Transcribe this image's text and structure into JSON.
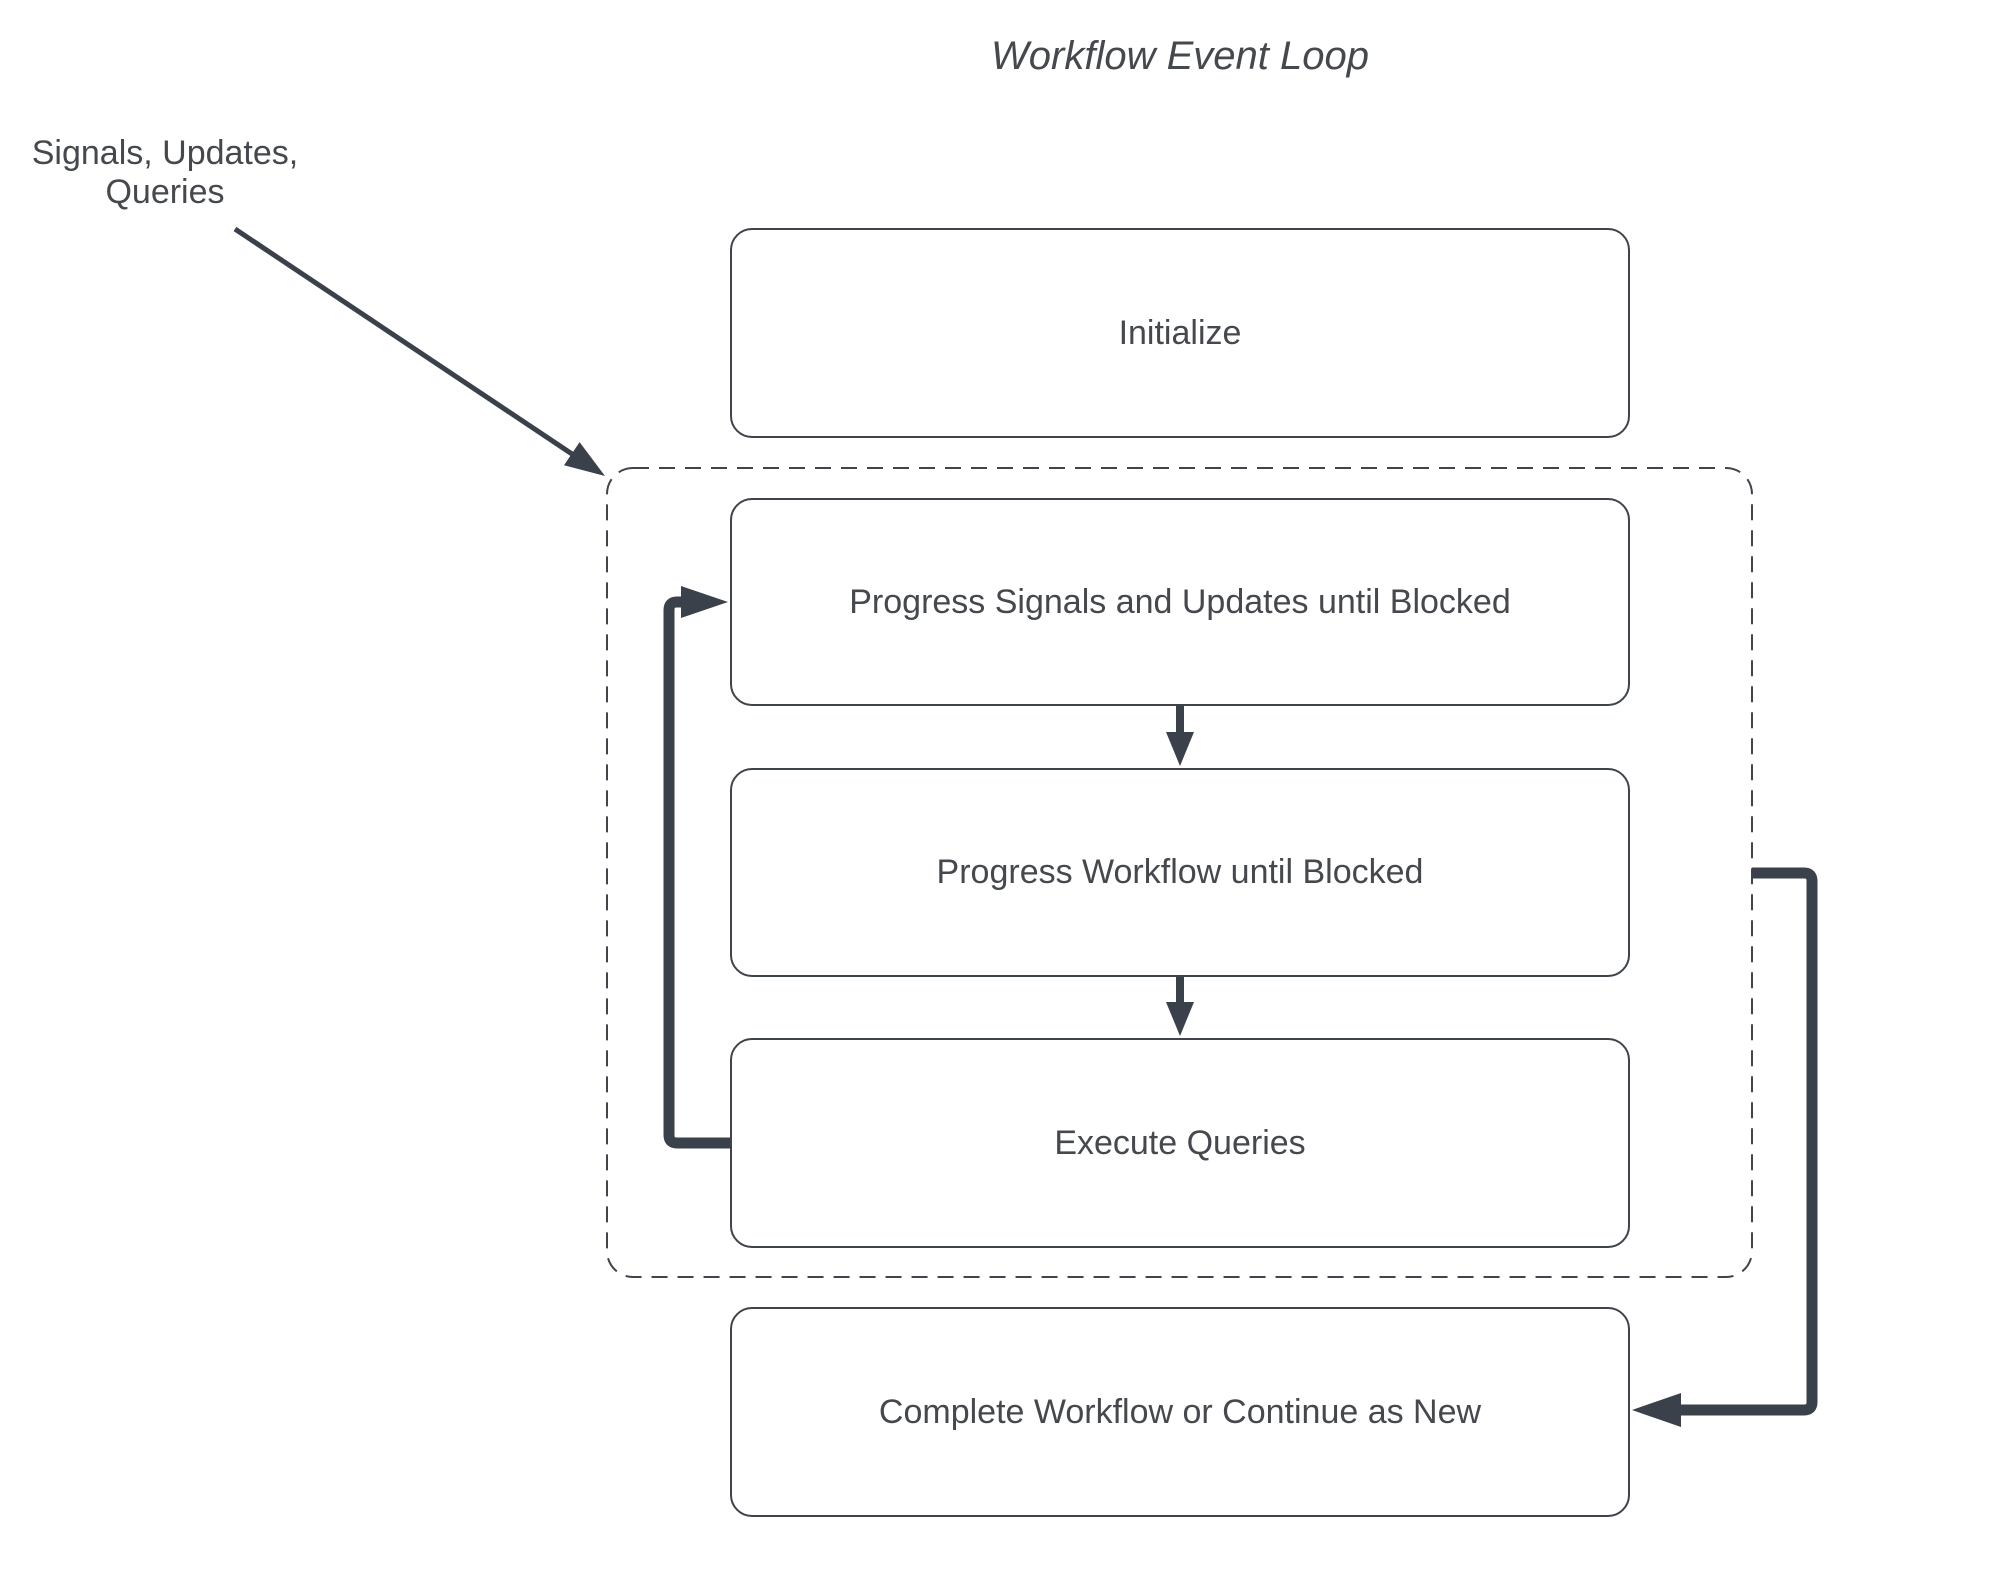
{
  "title": "Workflow Event Loop",
  "external_input": {
    "label_line1": "Signals, Updates,",
    "label_line2": "Queries"
  },
  "nodes": {
    "initialize": "Initialize",
    "progress_signals": "Progress Signals and Updates until Blocked",
    "progress_workflow": "Progress Workflow until Blocked",
    "execute_queries": "Execute Queries",
    "complete": "Complete Workflow or Continue as New"
  },
  "colors": {
    "text_color": "#45484d",
    "border_color": "#3f444b",
    "arrow_color": "#3a414b",
    "dashed_color": "#40454c",
    "bg_color": "#ffffff"
  }
}
